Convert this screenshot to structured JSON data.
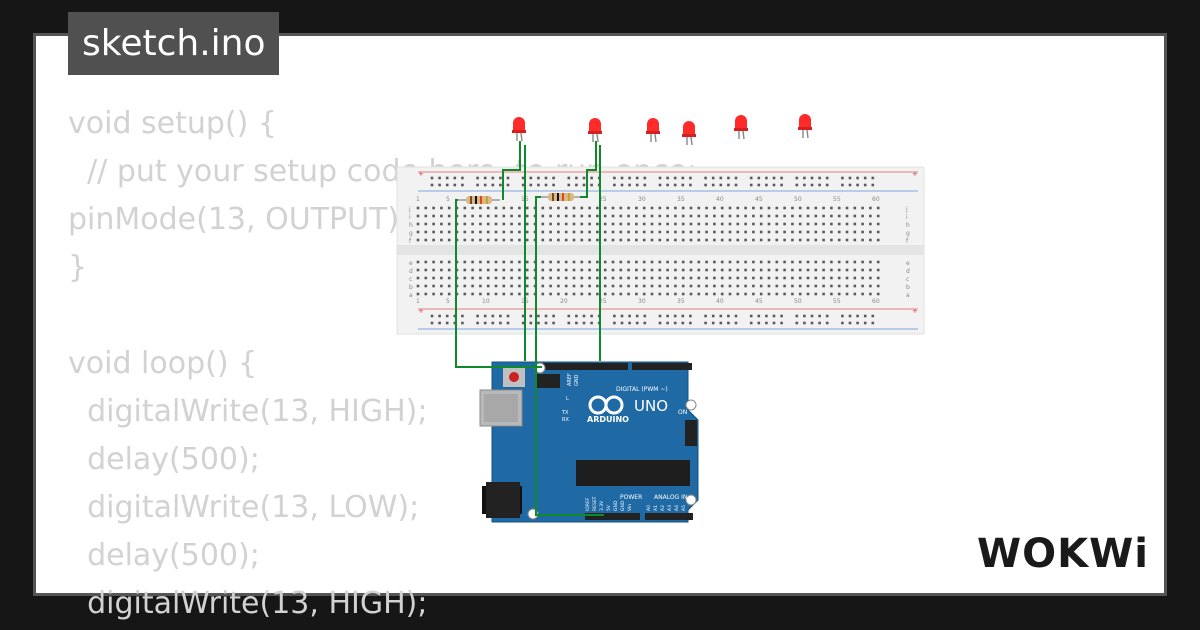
{
  "file": {
    "name": "sketch.ino"
  },
  "code_lines": [
    "void setup() {",
    "  // put your setup code here, to run once:",
    "pinMode(13, OUTPUT);",
    "}",
    "",
    "void loop() {",
    "  digitalWrite(13, HIGH);",
    "  delay(500);",
    "  digitalWrite(13, LOW);",
    "  delay(500);",
    "  digitalWrite(13, HIGH);"
  ],
  "breadboard": {
    "column_numbers": [
      "1",
      "5",
      "10",
      "15",
      "20",
      "25",
      "30",
      "35",
      "40",
      "45",
      "50",
      "55",
      "60"
    ],
    "row_letters_top": [
      "j",
      "i",
      "h",
      "g",
      "f"
    ],
    "row_letters_bottom": [
      "e",
      "d",
      "c",
      "b",
      "a"
    ]
  },
  "arduino": {
    "model": "UNO",
    "brand": "ARDUINO",
    "digital_label": "DIGITAL (PWM ~)",
    "power_label": "POWER",
    "analog_label": "ANALOG IN",
    "aref_label": "AREF",
    "gnd_label": "GND",
    "on_label": "ON",
    "l_label": "L",
    "tx_label": "TX",
    "rx_label": "RX",
    "power_pins": [
      "IOREF",
      "RESET",
      "3.3V",
      "5V",
      "GND",
      "GND",
      "Vin"
    ],
    "analog_pins": [
      "A0",
      "A1",
      "A2",
      "A3",
      "A4",
      "A5"
    ]
  },
  "leds": {
    "count": 6,
    "color": "#ff2a2a"
  },
  "colors": {
    "wire": "#0f8a2a",
    "board": "#1f6aa5",
    "breadboard": "#f1f1f1"
  },
  "brand": {
    "logo_text": "WOKWi"
  }
}
